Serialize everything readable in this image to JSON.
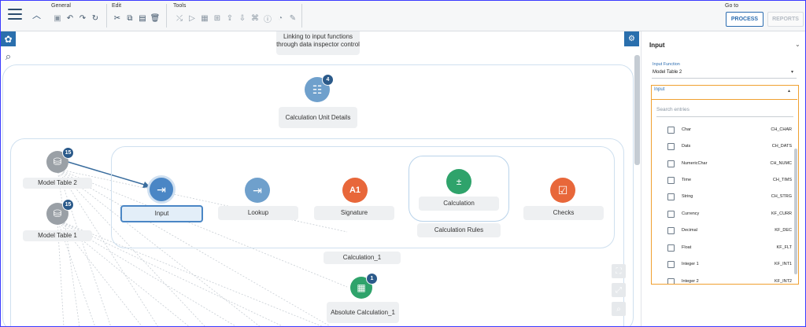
{
  "toolbar": {
    "groups": {
      "general": "General",
      "edit": "Edit",
      "tools": "Tools",
      "goto": "Go to"
    },
    "process_label": "PROCESS",
    "reports_label": "REPORTS"
  },
  "canvas": {
    "nodes": {
      "linking": "Linking to input functions through data inspector control",
      "calc_unit_details": "Calculation Unit Details",
      "calc_unit_badge": "4",
      "model_table_2": "Model Table 2",
      "model_table_2_badge": "15",
      "model_table_1": "Model Table 1",
      "model_table_1_badge": "15",
      "input": "Input",
      "lookup": "Lookup",
      "signature": "Signature",
      "signature_glyph": "A1",
      "calculation": "Calculation",
      "calculation_rules": "Calculation Rules",
      "checks": "Checks",
      "calculation_1": "Calculation_1",
      "absolute_calculation_1": "Absolute Calculation_1",
      "absolute_badge": "1"
    }
  },
  "panel": {
    "title": "Input",
    "input_function_label": "Input Function",
    "input_function_value": "Model Table 2",
    "dropdown_label": "Input",
    "search_placeholder": "Search entries",
    "entries": [
      {
        "name": "Char",
        "code": "CH_CHAR"
      },
      {
        "name": "Dats",
        "code": "CH_DATS"
      },
      {
        "name": "NumericChar",
        "code": "CH_NUMC"
      },
      {
        "name": "Time",
        "code": "CH_TIMS"
      },
      {
        "name": "String",
        "code": "CH_STRG"
      },
      {
        "name": "Currency",
        "code": "KF_CURR"
      },
      {
        "name": "Decimal",
        "code": "KF_DEC"
      },
      {
        "name": "Float",
        "code": "KF_FLT"
      },
      {
        "name": "Integer 1",
        "code": "KF_INT1"
      },
      {
        "name": "Integer 2",
        "code": "KF_INT2"
      }
    ]
  },
  "colors": {
    "accent": "#2b6cb0",
    "focus": "#f0a030",
    "green": "#2fa36b",
    "orange": "#e8673a",
    "node_blue": "#6fa0cc",
    "grey": "#9aa0a6"
  }
}
